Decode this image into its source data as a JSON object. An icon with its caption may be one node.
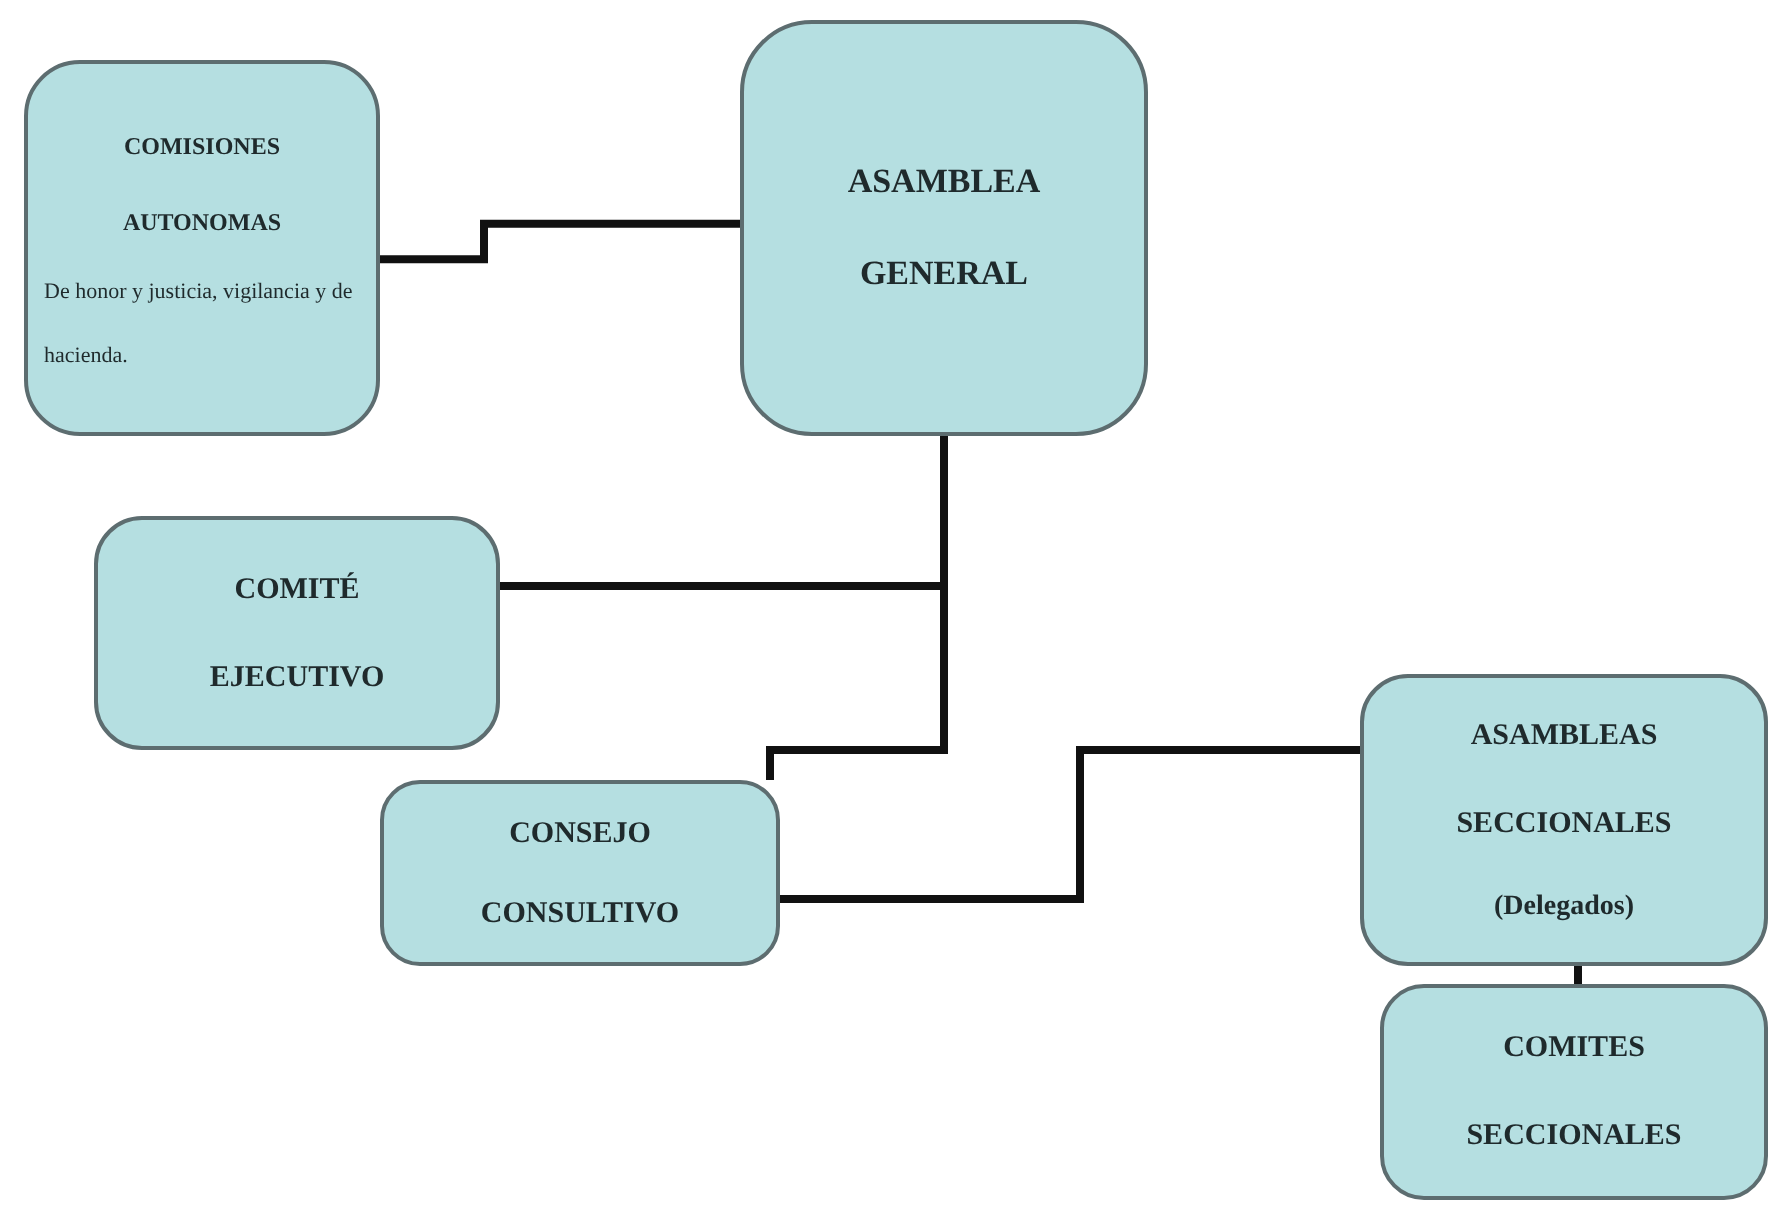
{
  "diagram": {
    "nodes": [
      {
        "text": [
          "COMISIONES AUTONOMAS",
          "De honor y justicia, vigilancia y de hacienda."
        ]
      },
      {
        "text": [
          "ASAMBLEA GENERAL"
        ]
      },
      {
        "text": [
          "COMITÉ EJECUTIVO"
        ]
      },
      {
        "text": [
          "CONSEJO CONSULTIVO"
        ]
      },
      {
        "text": [
          "ASAMBLEAS SECCIONALES",
          "(Delegados)"
        ]
      },
      {
        "text": [
          "COMITES SECCIONALES"
        ]
      }
    ],
    "edges": [
      {
        "from": 0,
        "to": 1,
        "arrow": "none"
      },
      {
        "from": 1,
        "to": 2,
        "arrow": "none"
      },
      {
        "from": 1,
        "to": 3,
        "arrow": "none"
      },
      {
        "from": 3,
        "to": 4,
        "arrow": "none"
      },
      {
        "from": 4,
        "to": 5,
        "arrow": "none"
      }
    ]
  }
}
